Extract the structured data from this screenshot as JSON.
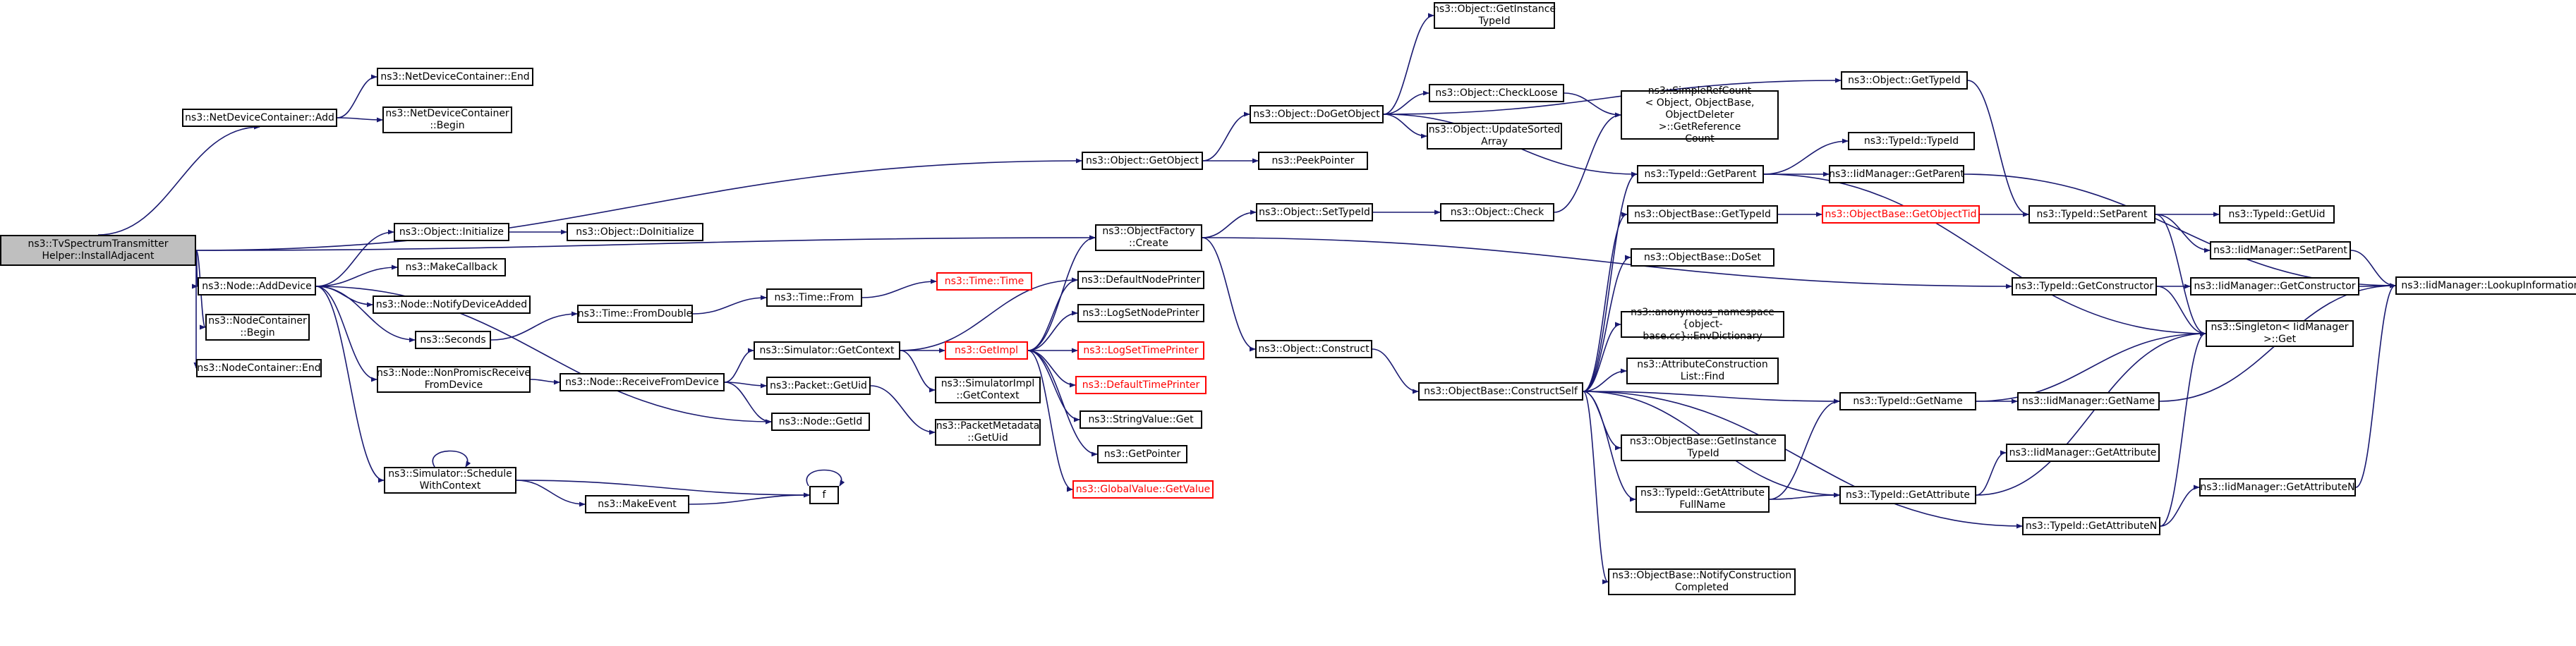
{
  "graph": {
    "nodes": [
      {
        "id": "root",
        "label": "ns3::TvSpectrumTransmitter\nHelper::InstallAdjacent",
        "kind": "root"
      },
      {
        "id": "ndc_add",
        "label": "ns3::NetDeviceContainer::Add"
      },
      {
        "id": "ndc_end",
        "label": "ns3::NetDeviceContainer::End"
      },
      {
        "id": "ndc_begin",
        "label": "ns3::NetDeviceContainer\n::Begin"
      },
      {
        "id": "getobject",
        "label": "ns3::Object::GetObject"
      },
      {
        "id": "dogetobject",
        "label": "ns3::Object::DoGetObject"
      },
      {
        "id": "peekpointer",
        "label": "ns3::PeekPointer"
      },
      {
        "id": "getinstance",
        "label": "ns3::Object::GetInstance\nTypeId"
      },
      {
        "id": "checkloose",
        "label": "ns3::Object::CheckLoose"
      },
      {
        "id": "updatesorted",
        "label": "ns3::Object::UpdateSorted\nArray"
      },
      {
        "id": "getrefcount",
        "label": "ns3::SimpleRefCount\n< Object, ObjectBase,\nObjectDeleter >::GetReference\nCount"
      },
      {
        "id": "obj_gettypeid",
        "label": "ns3::Object::GetTypeId"
      },
      {
        "id": "tid_getparent",
        "label": "ns3::TypeId::GetParent"
      },
      {
        "id": "tid_typeid",
        "label": "ns3::TypeId::TypeId"
      },
      {
        "id": "iid_getparent",
        "label": "ns3::IidManager::GetParent"
      },
      {
        "id": "of_create",
        "label": "ns3::ObjectFactory\n::Create"
      },
      {
        "id": "settypeid",
        "label": "ns3::Object::SetTypeId"
      },
      {
        "id": "obj_check",
        "label": "ns3::Object::Check"
      },
      {
        "id": "ob_gettypeid",
        "label": "ns3::ObjectBase::GetTypeId"
      },
      {
        "id": "getobjecttid",
        "label": "ns3::ObjectBase::GetObjectTid",
        "kind": "trunc"
      },
      {
        "id": "tid_setparent",
        "label": "ns3::TypeId::SetParent"
      },
      {
        "id": "tid_getuid",
        "label": "ns3::TypeId::GetUid"
      },
      {
        "id": "iid_setparent",
        "label": "ns3::IidManager::SetParent"
      },
      {
        "id": "iid_getconstructor",
        "label": "ns3::IidManager::GetConstructor"
      },
      {
        "id": "iid_lookup",
        "label": "ns3::IidManager::LookupInformation"
      },
      {
        "id": "tid_getconstructor",
        "label": "ns3::TypeId::GetConstructor"
      },
      {
        "id": "singleton_get",
        "label": "ns3::Singleton< IidManager\n>::Get"
      },
      {
        "id": "node_adddevice",
        "label": "ns3::Node::AddDevice"
      },
      {
        "id": "obj_initialize",
        "label": "ns3::Object::Initialize"
      },
      {
        "id": "doinitialize",
        "label": "ns3::Object::DoInitialize"
      },
      {
        "id": "makecallback",
        "label": "ns3::MakeCallback"
      },
      {
        "id": "notifydeviceadded",
        "label": "ns3::Node::NotifyDeviceAdded"
      },
      {
        "id": "seconds",
        "label": "ns3::Seconds"
      },
      {
        "id": "fromdouble",
        "label": "ns3::Time::FromDouble"
      },
      {
        "id": "time_from",
        "label": "ns3::Time::From"
      },
      {
        "id": "time_time",
        "label": "ns3::Time::Time",
        "kind": "trunc"
      },
      {
        "id": "nc_begin",
        "label": "ns3::NodeContainer\n::Begin"
      },
      {
        "id": "nc_end",
        "label": "ns3::NodeContainer::End"
      },
      {
        "id": "nonpromisc",
        "label": "ns3::Node::NonPromiscReceive\nFromDevice"
      },
      {
        "id": "receivefromdevice",
        "label": "ns3::Node::ReceiveFromDevice"
      },
      {
        "id": "sim_getcontext",
        "label": "ns3::Simulator::GetContext"
      },
      {
        "id": "getimpl",
        "label": "ns3::GetImpl",
        "kind": "trunc"
      },
      {
        "id": "defaultnodeprinter",
        "label": "ns3::DefaultNodePrinter"
      },
      {
        "id": "logsetnodeprinter",
        "label": "ns3::LogSetNodePrinter"
      },
      {
        "id": "logsettimeprinter",
        "label": "ns3::LogSetTimePrinter",
        "kind": "trunc"
      },
      {
        "id": "defaulttimeprinter",
        "label": "ns3::DefaultTimePrinter",
        "kind": "trunc"
      },
      {
        "id": "stringvalue_get",
        "label": "ns3::StringValue::Get"
      },
      {
        "id": "getpointer",
        "label": "ns3::GetPointer"
      },
      {
        "id": "globalvalue_get",
        "label": "ns3::GlobalValue::GetValue",
        "kind": "trunc"
      },
      {
        "id": "packet_getuid",
        "label": "ns3::Packet::GetUid"
      },
      {
        "id": "simimpl_getcontext",
        "label": "ns3::SimulatorImpl\n::GetContext"
      },
      {
        "id": "packetmeta_getuid",
        "label": "ns3::PacketMetadata\n::GetUid"
      },
      {
        "id": "node_getid",
        "label": "ns3::Node::GetId"
      },
      {
        "id": "schedulewithcontext",
        "label": "ns3::Simulator::Schedule\nWithContext"
      },
      {
        "id": "makeevent",
        "label": "ns3::MakeEvent"
      },
      {
        "id": "f",
        "label": "f"
      },
      {
        "id": "obj_construct",
        "label": "ns3::Object::Construct"
      },
      {
        "id": "constructself",
        "label": "ns3::ObjectBase::ConstructSelf"
      },
      {
        "id": "ob_doset",
        "label": "ns3::ObjectBase::DoSet"
      },
      {
        "id": "envdictionary",
        "label": "ns3::anonymous_namespace\n{object-base.cc}::EnvDictionary"
      },
      {
        "id": "attrlist_find",
        "label": "ns3::AttributeConstruction\nList::Find"
      },
      {
        "id": "tid_getname",
        "label": "ns3::TypeId::GetName"
      },
      {
        "id": "iid_getname",
        "label": "ns3::IidManager::GetName"
      },
      {
        "id": "ob_getinstance",
        "label": "ns3::ObjectBase::GetInstance\nTypeId"
      },
      {
        "id": "tid_getattrfullname",
        "label": "ns3::TypeId::GetAttribute\nFullName"
      },
      {
        "id": "tid_getattribute",
        "label": "ns3::TypeId::GetAttribute"
      },
      {
        "id": "iid_getattribute",
        "label": "ns3::IidManager::GetAttribute"
      },
      {
        "id": "tid_getattributen",
        "label": "ns3::TypeId::GetAttributeN"
      },
      {
        "id": "iid_getattributen",
        "label": "ns3::IidManager::GetAttributeN"
      },
      {
        "id": "notifyconstruction",
        "label": "ns3::ObjectBase::NotifyConstruction\nCompleted"
      }
    ]
  }
}
